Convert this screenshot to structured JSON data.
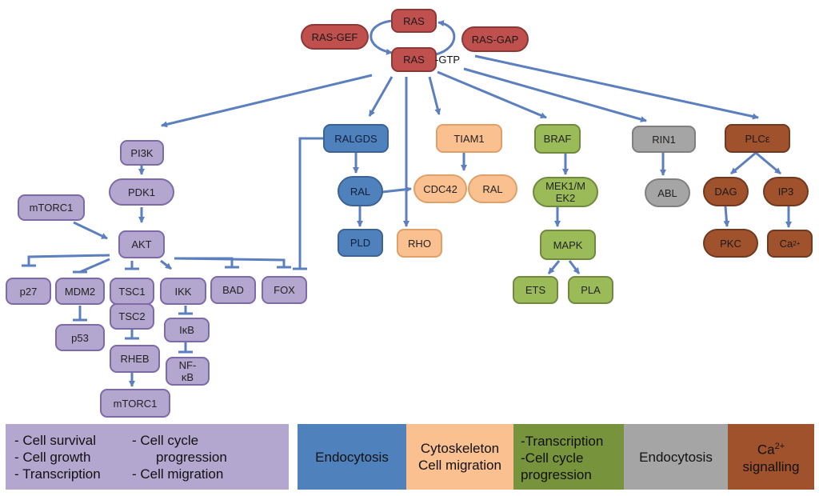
{
  "nodes": {
    "ras_top": "RAS",
    "ras_gef": "RAS-GEF",
    "ras_gap": "RAS-GAP",
    "ras_gtp": "RAS",
    "gtp_suffix": "-GTP",
    "pi3k": "PI3K",
    "pdk1": "PDK1",
    "mtorc1_in": "mTORC1",
    "akt": "AKT",
    "p27": "p27",
    "mdm2": "MDM2",
    "p53": "p53",
    "tsc1": "TSC1",
    "tsc2": "TSC2",
    "rheb": "RHEB",
    "mtorc1_out": "mTORC1",
    "ikk": "IKK",
    "ikb": "IκB",
    "nfkb": "NF-\nκB",
    "bad": "BAD",
    "fox": "FOX",
    "ralgds": "RALGDS",
    "ral_blue": "RAL",
    "pld": "PLD",
    "rho": "RHO",
    "tiam1": "TIAM1",
    "cdc42": "CDC42",
    "ral_peach": "RAL",
    "braf": "BRAF",
    "mek": "MEK1/M\nEK2",
    "mapk": "MAPK",
    "ets": "ETS",
    "pla": "PLA",
    "rin1": "RIN1",
    "abl": "ABL",
    "plce": "PLCε",
    "dag": "DAG",
    "ip3": "IP3",
    "pkc": "PKC",
    "ca_base": "Ca",
    "ca_sup": "2+"
  },
  "legend": {
    "purple_left": [
      "- Cell survival",
      "- Cell growth",
      "- Transcription"
    ],
    "purple_right_1": "- Cell cycle",
    "purple_right_2": "progression",
    "purple_right_3": "- Cell migration",
    "blue": "Endocytosis",
    "peach_1": "Cytoskeleton",
    "peach_2": "Cell migration",
    "green": [
      "-Transcription",
      "-Cell cycle",
      "progression"
    ],
    "gray": "Endocytosis",
    "brown_base": "Ca",
    "brown_sup": "2+",
    "brown_2": "signalling"
  },
  "colors": {
    "arrow": "#5b7fbf",
    "purple": "#b4a7cf",
    "red": "#c0504d",
    "blue": "#4f81bd",
    "peach": "#fac090",
    "green": "#9bbb59",
    "gray": "#a5a5a5",
    "brown": "#a0522d"
  }
}
